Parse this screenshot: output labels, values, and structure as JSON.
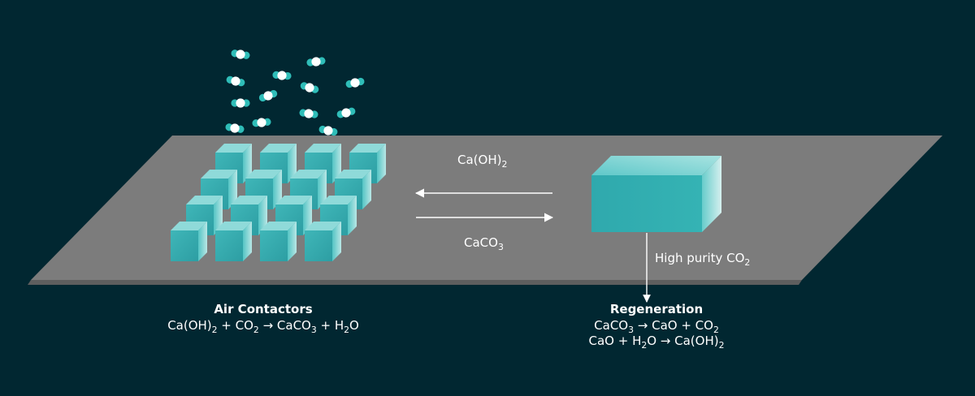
{
  "colors": {
    "background": "#012731",
    "platform": "#7c7c7c",
    "platform_edge": "#5f5f5f",
    "cube_top": "#8fdedd",
    "cube_front": "#39aeb2",
    "cube_side": "#5bc2c4",
    "molecule_center": "#ffffff",
    "molecule_atom": "#2fbdb8",
    "arrow": "#ffffff"
  },
  "arrows": {
    "top": {
      "formula": "Ca(OH)",
      "sub": "2",
      "direction": "left"
    },
    "bottom": {
      "formula": "CaCO",
      "sub": "3",
      "direction": "right"
    }
  },
  "regenerator": {
    "output_label": "High purity CO",
    "output_sub": "2"
  },
  "air_contactors": {
    "title": "Air Contactors",
    "equation": {
      "t1": "Ca(OH)",
      "s1": "2",
      "t2": " + CO",
      "s2": "2",
      "t3": " → CaCO",
      "s3": "3",
      "t4": " + H",
      "s4": "2",
      "t5": "O"
    }
  },
  "regeneration": {
    "title": "Regeneration",
    "equation1": {
      "t1": "CaCO",
      "s1": "3",
      "t2": " → CaO + CO",
      "s2": "2"
    },
    "equation2": {
      "t1": "CaO + H",
      "s1": "2",
      "t2": "O → Ca(OH)",
      "s2": "2"
    }
  },
  "icons": {
    "molecules": "co2-molecule-icon",
    "contactor_cubes": "air-contactor-cube-icon",
    "regenerator": "regeneration-unit-icon"
  }
}
